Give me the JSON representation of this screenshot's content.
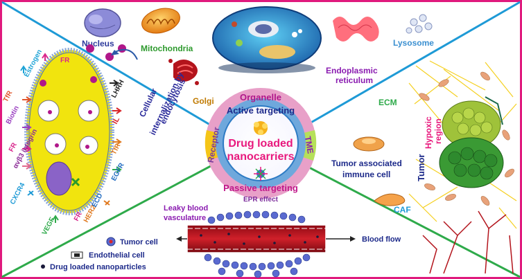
{
  "organelles": {
    "nucleus": "Nucleus",
    "mitochondria": "Mitochondria",
    "golgi": "Golgi",
    "endoplasmic_line1": "Endoplasmic",
    "endoplasmic_line2": "reticulum",
    "lysosome": "Lysosome"
  },
  "receptors": {
    "fr_top": "FR",
    "estrogen": "Estrogen",
    "tfr_left": "TfR",
    "biotin": "Biotin",
    "fr_left": "FR",
    "integrin": "αvβ3 integrin",
    "cxcr4": "CXCR4",
    "vegf": "VEGF",
    "fr_bottom": "FR",
    "her2": "HER2",
    "ecd": "ECD",
    "egfr": "EGFR",
    "tfr_right": "TfR",
    "il": "IL",
    "lhrh": "LHRH"
  },
  "endocytosis": {
    "line1": "Cellular",
    "line2": "internalization by",
    "line3": "endocytosis"
  },
  "center": {
    "organelle": "Organelle",
    "active_targeting": "Active targeting",
    "receptor": "Receptor",
    "tme": "TME",
    "core_line1": "Drug loaded",
    "core_line2": "nanocarriers",
    "passive_targeting": "Passive targeting",
    "epr_effect": "EPR effect"
  },
  "tme": {
    "ecm": "ECM",
    "hypoxic_line1": "Hypoxic",
    "hypoxic_line2": "region",
    "tumor": "Tumor",
    "immune_line1": "Tumor associated",
    "immune_line2": "immune cell",
    "caf": "CAF"
  },
  "vessel": {
    "leaky_line1": "Leaky blood",
    "leaky_line2": "vasculature",
    "blood_flow": "Blood flow"
  },
  "legend": {
    "tumor_cell": "Tumor cell",
    "endothelial_cell": "Endothelial cell",
    "drug_np": "Drug loaded nanoparticles"
  },
  "colors": {
    "frame": "#e0197d",
    "divider_blue": "#1e9ad6",
    "divider_green": "#2eaa4a",
    "ring_pink": "#e8a0c8",
    "ring_blue": "#6fa8dc",
    "ring_yellow": "#f5c518",
    "ring_green": "#b6e05a",
    "core_text": "#e8197d"
  }
}
